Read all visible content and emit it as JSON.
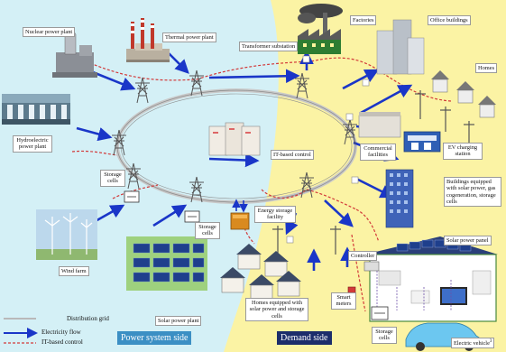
{
  "labels": {
    "nuclear": "Nuclear power plant",
    "thermal": "Thermal power plant",
    "transformer": "Transformer substation",
    "factories": "Factories",
    "office": "Office buildings",
    "homes": "Homes",
    "hydro": "Hydroelectric power plant",
    "storage_cells_left": "Storage cells",
    "storage_cells_mid": "Storage cells",
    "storage_cells_bottom": "Storage cells",
    "it_control": "IT-based control",
    "commercial": "Commercial facilities",
    "ev_charging": "EV charging station",
    "buildings_equipped": "Buildings equipped with solar power, gas cogeneration, storage cells",
    "energy_storage": "Energy storage facility",
    "solar_panel": "Solar power panel",
    "controller": "Controller",
    "wind": "Wind farm",
    "homes_equipped": "Homes equipped with solar power and storage cells",
    "smart_meters": "Smart meters",
    "solar_plant": "Solar power plant",
    "electric_vehicle": "Electric vehicle"
  },
  "footnote": "3",
  "legend": {
    "distribution_grid": "Distribution grid",
    "electricity_flow": "Electricity flow",
    "it_control": "IT-based control"
  },
  "sides": {
    "power_system": "Power system side",
    "demand": "Demand side"
  },
  "colors": {
    "power_side_bg": "#d4f0f6",
    "demand_side_bg": "#fbf3a4",
    "electricity_flow": "#1a36c8",
    "it_control": "#d23a3a",
    "grid_line": "#b9b9b9",
    "power_side_box": "#3b8fc4",
    "demand_side_box": "#1c2d6b"
  }
}
